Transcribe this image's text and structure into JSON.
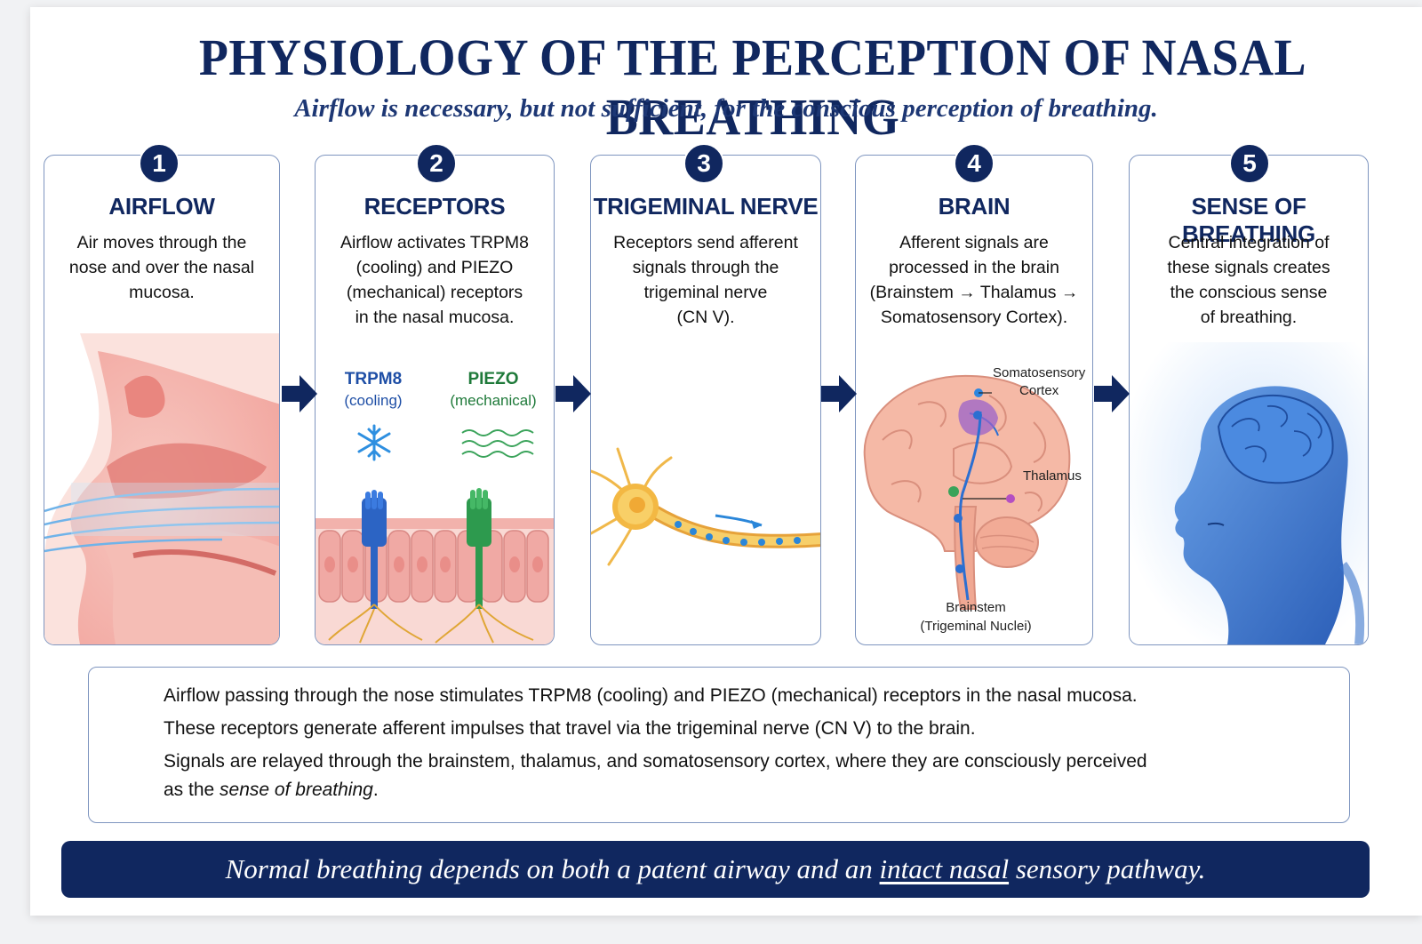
{
  "title": "PHYSIOLOGY OF THE PERCEPTION OF NASAL BREATHING",
  "subtitle": "Airflow is necessary, but not sufficient, for the conscious perception of breathing.",
  "steps": [
    {
      "number": "1",
      "title": "AIRFLOW",
      "desc": [
        "Air moves through the",
        "nose and over the nasal",
        "mucosa."
      ]
    },
    {
      "number": "2",
      "title": "RECEPTORS",
      "desc": [
        "Airflow activates TRPM8",
        "(cooling) and PIEZO",
        "(mechanical) receptors",
        "in the nasal mucosa."
      ],
      "labels": {
        "trpm8": "TRPM8",
        "trpm8_sub": "(cooling)",
        "piezo": "PIEZO",
        "piezo_sub": "(mechanical)"
      }
    },
    {
      "number": "3",
      "title": "TRIGEMINAL NERVE",
      "desc": [
        "Receptors send afferent",
        "signals through the",
        "trigeminal nerve",
        "(CN V)."
      ]
    },
    {
      "number": "4",
      "title": "BRAIN",
      "desc": [
        "Afferent signals are",
        "processed in the brain",
        "(Brainstem → Thalamus →",
        "Somatosensory Cortex)."
      ],
      "labels": {
        "cortex_1": "Somatosensory",
        "cortex_2": "Cortex",
        "thalamus": "Thalamus",
        "brainstem_1": "Brainstem",
        "brainstem_2": "(Trigeminal Nuclei)"
      }
    },
    {
      "number": "5",
      "title": "SENSE OF BREATHING",
      "desc": [
        "Central integration of",
        "these signals creates",
        "the conscious sense",
        "of breathing."
      ]
    }
  ],
  "summary": {
    "line1": "Airflow passing through the nose stimulates TRPM8 (cooling) and PIEZO (mechanical) receptors in the nasal mucosa.",
    "line2": "These receptors generate afferent impulses that travel via the trigeminal nerve (CN V) to the brain.",
    "line3": "Signals are relayed through the brainstem, thalamus, and somatosensory cortex, where they are consciously perceived",
    "line4_pre": "as the ",
    "line4_em": "sense of breathing",
    "line4_post": "."
  },
  "banner": {
    "pre": "Normal breathing depends on both a patent airway and an ",
    "underlined": "intact nasal",
    "post": " sensory pathway."
  },
  "colors": {
    "navy": "#10275f",
    "card_border": "#7e95bf",
    "trpm8": "#1f4fa6",
    "piezo": "#1f7a3a"
  }
}
